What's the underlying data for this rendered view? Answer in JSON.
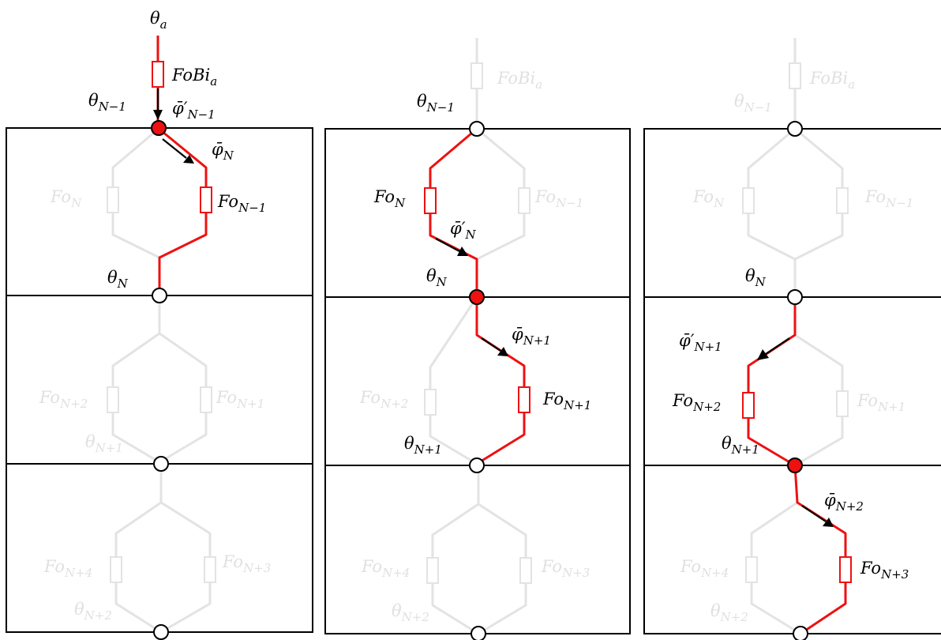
{
  "panels": [
    {
      "labels": {
        "theta_a": {
          "base": "θ",
          "sub": "a"
        },
        "fobi_a": {
          "base": "FoBi",
          "sub": "a"
        },
        "theta_n1": {
          "base": "θ",
          "sub": "N−1"
        },
        "flux_prime": {
          "base": "φ̄′",
          "sub": "N−1"
        },
        "flux": {
          "base": "φ̄",
          "sub": "N"
        },
        "fo_left": {
          "base": "Fo",
          "sub": "N"
        },
        "fo_right": {
          "base": "Fo",
          "sub": "N−1"
        },
        "theta_n": {
          "base": "θ",
          "sub": "N"
        },
        "fo_mid_left": {
          "base": "Fo",
          "sub": "N+2"
        },
        "fo_mid_right": {
          "base": "Fo",
          "sub": "N+1"
        },
        "theta_np1": {
          "base": "θ",
          "sub": "N+1"
        },
        "fo_bot_left": {
          "base": "Fo",
          "sub": "N+4"
        },
        "fo_bot_right": {
          "base": "Fo",
          "sub": "N+3"
        },
        "theta_np2": {
          "base": "θ",
          "sub": "N+2"
        }
      }
    },
    {
      "labels": {
        "fobi_a": {
          "base": "FoBi",
          "sub": "a"
        },
        "theta_n1": {
          "base": "θ",
          "sub": "N−1"
        },
        "fo_left": {
          "base": "Fo",
          "sub": "N"
        },
        "fo_right": {
          "base": "Fo",
          "sub": "N−1"
        },
        "flux_prime": {
          "base": "φ̄′",
          "sub": "N"
        },
        "theta_n": {
          "base": "θ",
          "sub": "N"
        },
        "flux": {
          "base": "φ̄",
          "sub": "N+1"
        },
        "fo_mid_left": {
          "base": "Fo",
          "sub": "N+2"
        },
        "fo_mid_right": {
          "base": "Fo",
          "sub": "N+1"
        },
        "theta_np1": {
          "base": "θ",
          "sub": "N+1"
        },
        "fo_bot_left": {
          "base": "Fo",
          "sub": "N+4"
        },
        "fo_bot_right": {
          "base": "Fo",
          "sub": "N+3"
        },
        "theta_np2": {
          "base": "θ",
          "sub": "N+2"
        }
      }
    },
    {
      "labels": {
        "fobi_a": {
          "base": "FoBi",
          "sub": "a"
        },
        "theta_n1": {
          "base": "θ",
          "sub": "N−1"
        },
        "fo_left": {
          "base": "Fo",
          "sub": "N"
        },
        "fo_right": {
          "base": "Fo",
          "sub": "N−1"
        },
        "theta_n": {
          "base": "θ",
          "sub": "N"
        },
        "flux_prime": {
          "base": "φ̄′",
          "sub": "N+1"
        },
        "fo_mid_left": {
          "base": "Fo",
          "sub": "N+2"
        },
        "fo_mid_right": {
          "base": "Fo",
          "sub": "N+1"
        },
        "theta_np1": {
          "base": "θ",
          "sub": "N+1"
        },
        "flux": {
          "base": "φ̄",
          "sub": "N+2"
        },
        "fo_bot_left": {
          "base": "Fo",
          "sub": "N+4"
        },
        "fo_bot_right": {
          "base": "Fo",
          "sub": "N+3"
        },
        "theta_np2": {
          "base": "θ",
          "sub": "N+2"
        }
      }
    }
  ]
}
